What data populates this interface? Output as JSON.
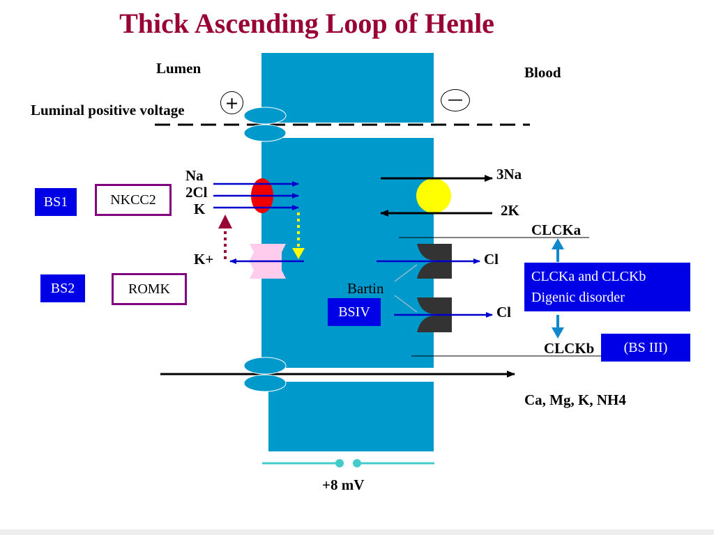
{
  "title": "Thick Ascending Loop of Henle",
  "labels": {
    "lumen": "Lumen",
    "blood": "Blood",
    "luminal_voltage": "Luminal positive voltage",
    "plus": "+",
    "minus": "—",
    "na": "Na",
    "two_cl": "2Cl",
    "k": "K",
    "k_plus": "K+",
    "three_na": "3Na",
    "two_k": "2K",
    "clcka": "CLCKa",
    "cl1": "Cl",
    "cl2": "Cl",
    "bartin": "Bartin",
    "clckb": "CLCKb",
    "cations": "Ca, Mg, K, NH4",
    "voltage": "+8 mV"
  },
  "boxes": {
    "bs1": "BS1",
    "nkcc2": "NKCC2",
    "bs2": "BS2",
    "romk": "ROMK",
    "bsiv": "BSIV",
    "clck_disorder_line1": "CLCKa and CLCKb",
    "clck_disorder_line2": "Digenic disorder",
    "bs3": "(BS III)"
  },
  "colors": {
    "title": "#990033",
    "cell": "#0099cc",
    "transporter_arrow": "#0000cc",
    "nkcc2": "#ee0000",
    "pump": "#ffff00",
    "romk_channel": "#ffccee",
    "cl_channel": "#333333",
    "k_recycle_arrow": "#990033",
    "dotted_arrow": "#ffff00",
    "label_box": "#0000e6",
    "ref_box_border": "#800080",
    "voltage_line": "#44cccc"
  }
}
